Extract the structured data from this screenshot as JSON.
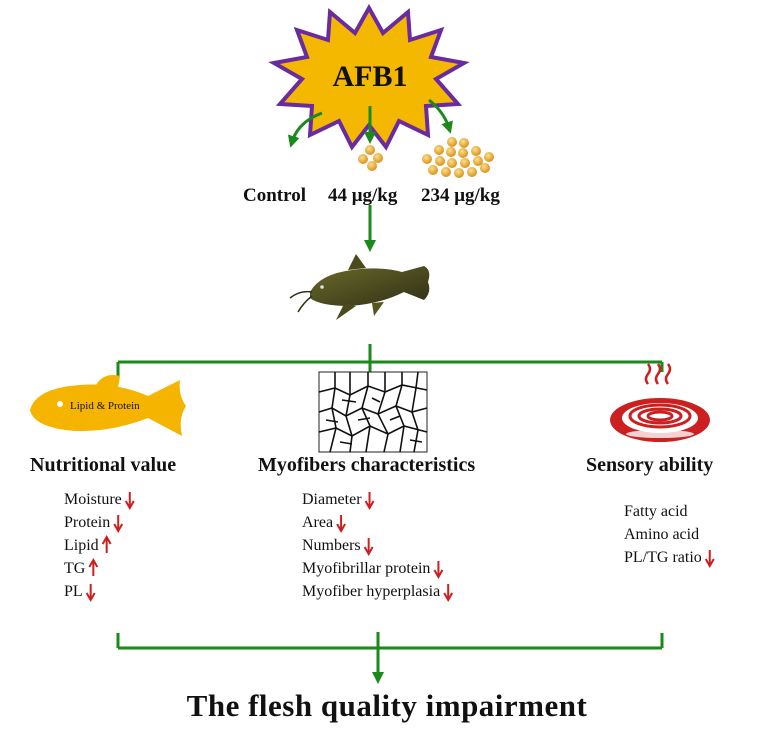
{
  "toxin": "AFB1",
  "doses": {
    "control": "Control",
    "low": "44 μg/kg",
    "high": "234 μg/kg"
  },
  "fish_badge": "Lipid & Protein",
  "sections": {
    "nutritional": {
      "title": "Nutritional value",
      "items": [
        {
          "label": "Moisture",
          "trend": "down"
        },
        {
          "label": "Protein",
          "trend": "down"
        },
        {
          "label": "Lipid",
          "trend": "up"
        },
        {
          "label": "TG",
          "trend": "up"
        },
        {
          "label": "PL",
          "trend": "down"
        }
      ]
    },
    "myofiber": {
      "title": "Myofibers characteristics",
      "items": [
        {
          "label": "Diameter",
          "trend": "down"
        },
        {
          "label": "Area",
          "trend": "down"
        },
        {
          "label": "Numbers",
          "trend": "down"
        },
        {
          "label": "Myofibrillar protein",
          "trend": "down"
        },
        {
          "label": "Myofiber hyperplasia",
          "trend": "down"
        }
      ]
    },
    "sensory": {
      "title": "Sensory ability",
      "items": [
        {
          "label": "Fatty acid",
          "trend": "none"
        },
        {
          "label": "Amino acid",
          "trend": "none"
        },
        {
          "label": "PL/TG ratio",
          "trend": "down"
        }
      ]
    }
  },
  "conclusion": "The flesh quality impairment",
  "colors": {
    "arrow_green": "#1a8a1a",
    "star_fill": "#f5b800",
    "star_stroke": "#6a2aa0",
    "fish_yellow": "#f5b400",
    "trend_red": "#cc1f1f",
    "pellet": "#e6a830"
  }
}
